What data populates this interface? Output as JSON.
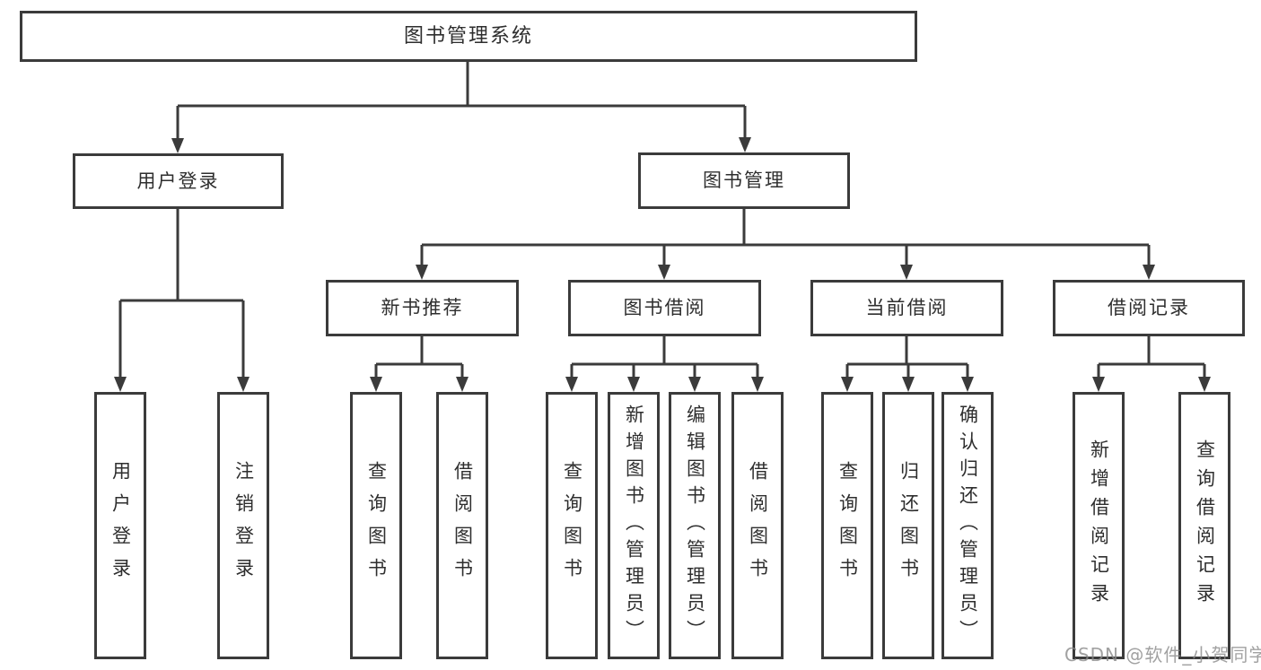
{
  "colors": {
    "background": "#ffffff",
    "line": "#3b3b3b",
    "box_border": "#3b3b3b",
    "text": "#2e2e2e",
    "watermark": "#8a8a8a"
  },
  "tree": {
    "root": {
      "label": "图书管理系统",
      "children": [
        {
          "label": "用户登录",
          "children": [
            {
              "label": "用户登录"
            },
            {
              "label": "注销登录"
            }
          ]
        },
        {
          "label": "图书管理",
          "children": [
            {
              "label": "新书推荐",
              "children": [
                {
                  "label": "查询图书"
                },
                {
                  "label": "借阅图书"
                }
              ]
            },
            {
              "label": "图书借阅",
              "children": [
                {
                  "label": "查询图书"
                },
                {
                  "label": "新增图书（管理员）"
                },
                {
                  "label": "编辑图书（管理员）"
                },
                {
                  "label": "借阅图书"
                }
              ]
            },
            {
              "label": "当前借阅",
              "children": [
                {
                  "label": "查询图书"
                },
                {
                  "label": "归还图书"
                },
                {
                  "label": "确认归还（管理员）"
                }
              ]
            },
            {
              "label": "借阅记录",
              "children": [
                {
                  "label": "新增借阅记录"
                },
                {
                  "label": "查询借阅记录"
                }
              ]
            }
          ]
        }
      ]
    }
  },
  "watermark": {
    "text": "CSDN @软件_小贺同学"
  }
}
